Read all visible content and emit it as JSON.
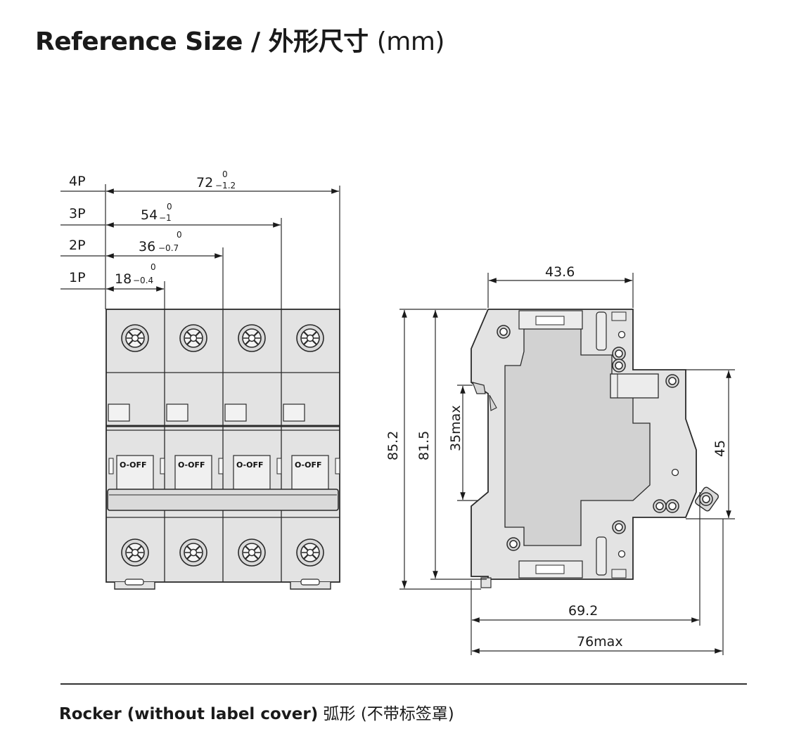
{
  "title": {
    "main": "Reference Size / 外形尺寸",
    "unit": "(mm)"
  },
  "front_view": {
    "rows": [
      {
        "pole": "4P",
        "value": "72",
        "tol_upper": "0",
        "tol_lower": "−1.2"
      },
      {
        "pole": "3P",
        "value": "54",
        "tol_upper": "0",
        "tol_lower": "−1"
      },
      {
        "pole": "2P",
        "value": "36",
        "tol_upper": "0",
        "tol_lower": "−0.7"
      },
      {
        "pole": "1P",
        "value": "18",
        "tol_upper": "0",
        "tol_lower": "−0.4"
      }
    ],
    "switch_label": "O-OFF"
  },
  "side_view": {
    "top_width": "43.6",
    "height_total": "85.2",
    "height_body": "81.5",
    "din_rail": "35max",
    "front_height": "45",
    "depth": "69.2",
    "depth_max": "76max"
  },
  "caption": {
    "en": "Rocker (without label cover)",
    "cn": "弧形 (不带标签罩)"
  },
  "colors": {
    "body": "#e3e3e3",
    "body_dark": "#cfcfcf",
    "line": "#2a2a2a"
  }
}
